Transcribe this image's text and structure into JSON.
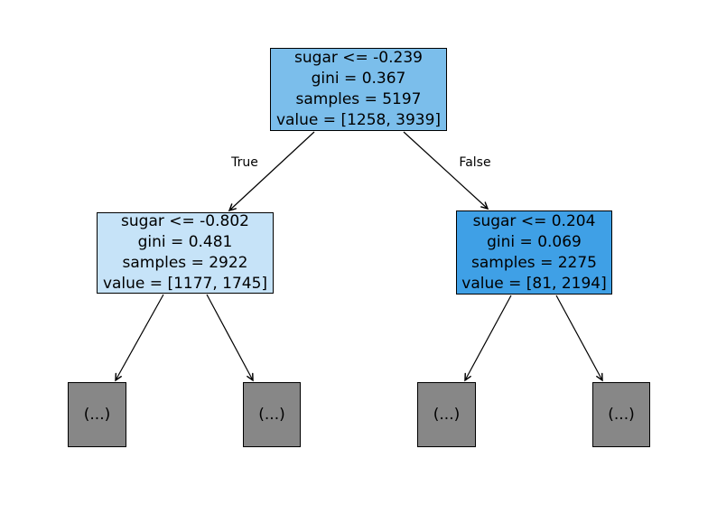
{
  "tree": {
    "root": {
      "lines": [
        "sugar <= -0.239",
        "gini = 0.367",
        "samples = 5197",
        "value = [1258, 3939]"
      ]
    },
    "left": {
      "lines": [
        "sugar <= -0.802",
        "gini = 0.481",
        "samples = 2922",
        "value = [1177, 1745]"
      ]
    },
    "right": {
      "lines": [
        "sugar <= 0.204",
        "gini = 0.069",
        "samples = 2275",
        "value = [81, 2194]"
      ]
    },
    "leaves": [
      "(...)",
      "(...)",
      "(...)",
      "(...)"
    ],
    "edge_labels": {
      "true": "True",
      "false": "False"
    }
  },
  "colors": {
    "background": "#ffffff",
    "border": "#000000",
    "text": "#000000",
    "node_fills": {
      "node-root": "#7bbeeb",
      "node-left": "#c6e3f8",
      "node-right": "#3fa0e6",
      "leaf-node-1": "#878787",
      "leaf-node-2": "#878787",
      "leaf-node-3": "#878787",
      "leaf-node-4": "#878787"
    }
  }
}
